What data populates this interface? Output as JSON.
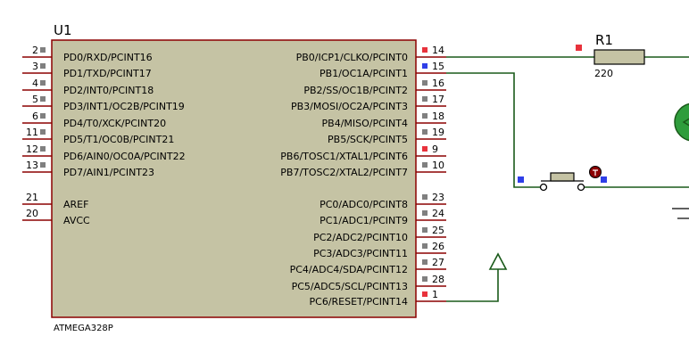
{
  "chip": {
    "ref": "U1",
    "part": "ATMEGA328P",
    "body_color": "#c5c3a4",
    "border_color": "#8b0000",
    "left_pins": [
      {
        "num": "2",
        "name": "PD0/RXD/PCINT16",
        "marker": "gray"
      },
      {
        "num": "3",
        "name": "PD1/TXD/PCINT17",
        "marker": "gray"
      },
      {
        "num": "4",
        "name": "PD2/INT0/PCINT18",
        "marker": "gray"
      },
      {
        "num": "5",
        "name": "PD3/INT1/OC2B/PCINT19",
        "marker": "gray"
      },
      {
        "num": "6",
        "name": "PD4/T0/XCK/PCINT20",
        "marker": "gray"
      },
      {
        "num": "11",
        "name": "PD5/T1/OC0B/PCINT21",
        "marker": "gray"
      },
      {
        "num": "12",
        "name": "PD6/AIN0/OC0A/PCINT22",
        "marker": "gray"
      },
      {
        "num": "13",
        "name": "PD7/AIN1/PCINT23",
        "marker": "gray"
      },
      {
        "num": "21",
        "name": "AREF",
        "marker": "none"
      },
      {
        "num": "20",
        "name": "AVCC",
        "marker": "none"
      }
    ],
    "right_pins": [
      {
        "num": "14",
        "name": "PB0/ICP1/CLKO/PCINT0",
        "marker": "red"
      },
      {
        "num": "15",
        "name": "PB1/OC1A/PCINT1",
        "marker": "blue"
      },
      {
        "num": "16",
        "name": "PB2/SS/OC1B/PCINT2",
        "marker": "gray"
      },
      {
        "num": "17",
        "name": "PB3/MOSI/OC2A/PCINT3",
        "marker": "gray"
      },
      {
        "num": "18",
        "name": "PB4/MISO/PCINT4",
        "marker": "gray"
      },
      {
        "num": "19",
        "name": "PB5/SCK/PCINT5",
        "marker": "gray"
      },
      {
        "num": "9",
        "name": "PB6/TOSC1/XTAL1/PCINT6",
        "marker": "red"
      },
      {
        "num": "10",
        "name": "PB7/TOSC2/XTAL2/PCINT7",
        "marker": "gray"
      },
      {
        "num": "23",
        "name": "PC0/ADC0/PCINT8",
        "marker": "gray"
      },
      {
        "num": "24",
        "name": "PC1/ADC1/PCINT9",
        "marker": "gray"
      },
      {
        "num": "25",
        "name": "PC2/ADC2/PCINT10",
        "marker": "gray"
      },
      {
        "num": "26",
        "name": "PC3/ADC3/PCINT11",
        "marker": "gray"
      },
      {
        "num": "27",
        "name": "PC4/ADC4/SDA/PCINT12",
        "marker": "gray"
      },
      {
        "num": "28",
        "name": "PC5/ADC5/SCL/PCINT13",
        "marker": "gray"
      },
      {
        "num": "1",
        "name": "PC6/RESET/PCINT14",
        "marker": "red"
      }
    ]
  },
  "resistor": {
    "ref": "R1",
    "value": "220",
    "color": "#c5c3a4"
  },
  "colors": {
    "wire": "#1a5a1a",
    "pin_line": "#8b0000",
    "marker_red": "#e8323c",
    "marker_blue": "#2f3fe8",
    "marker_gray": "#808080",
    "switch_body": "#c5c3a4",
    "led_fill": "#2f9d3c"
  }
}
